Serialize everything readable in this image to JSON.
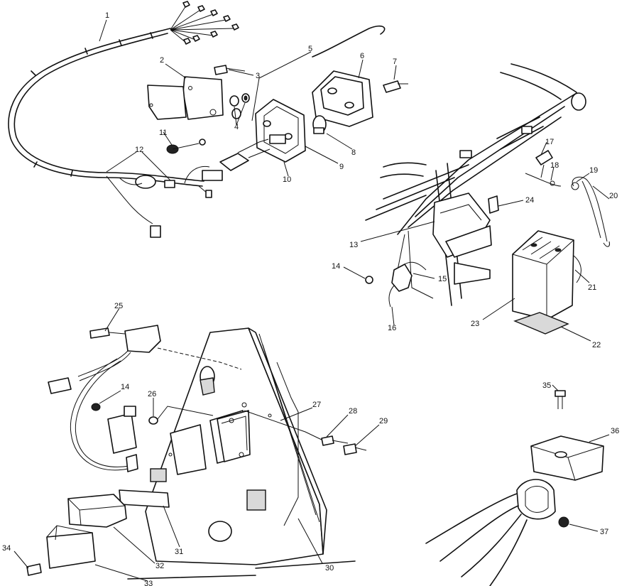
{
  "callouts": [
    {
      "id": "c1",
      "text": "1"
    },
    {
      "id": "c2",
      "text": "2"
    },
    {
      "id": "c3",
      "text": "3"
    },
    {
      "id": "c4",
      "text": "4"
    },
    {
      "id": "c5",
      "text": "5"
    },
    {
      "id": "c6",
      "text": "6"
    },
    {
      "id": "c7",
      "text": "7"
    },
    {
      "id": "c8",
      "text": "8"
    },
    {
      "id": "c9",
      "text": "9"
    },
    {
      "id": "c10",
      "text": "10"
    },
    {
      "id": "c11",
      "text": "11"
    },
    {
      "id": "c12",
      "text": "12"
    },
    {
      "id": "c13",
      "text": "13"
    },
    {
      "id": "c14a",
      "text": "14"
    },
    {
      "id": "c15",
      "text": "15"
    },
    {
      "id": "c16",
      "text": "16"
    },
    {
      "id": "c17",
      "text": "17"
    },
    {
      "id": "c18",
      "text": "18"
    },
    {
      "id": "c19",
      "text": "19"
    },
    {
      "id": "c20",
      "text": "20"
    },
    {
      "id": "c21",
      "text": "21"
    },
    {
      "id": "c22",
      "text": "22"
    },
    {
      "id": "c23",
      "text": "23"
    },
    {
      "id": "c24",
      "text": "24"
    },
    {
      "id": "c25",
      "text": "25"
    },
    {
      "id": "c14b",
      "text": "14"
    },
    {
      "id": "c26",
      "text": "26"
    },
    {
      "id": "c27",
      "text": "27"
    },
    {
      "id": "c28",
      "text": "28"
    },
    {
      "id": "c29",
      "text": "29"
    },
    {
      "id": "c30",
      "text": "30"
    },
    {
      "id": "c31",
      "text": "31"
    },
    {
      "id": "c32",
      "text": "32"
    },
    {
      "id": "c33",
      "text": "33"
    },
    {
      "id": "c34",
      "text": "34"
    },
    {
      "id": "c35",
      "text": "35"
    },
    {
      "id": "c36",
      "text": "36"
    },
    {
      "id": "c37",
      "text": "37"
    }
  ]
}
